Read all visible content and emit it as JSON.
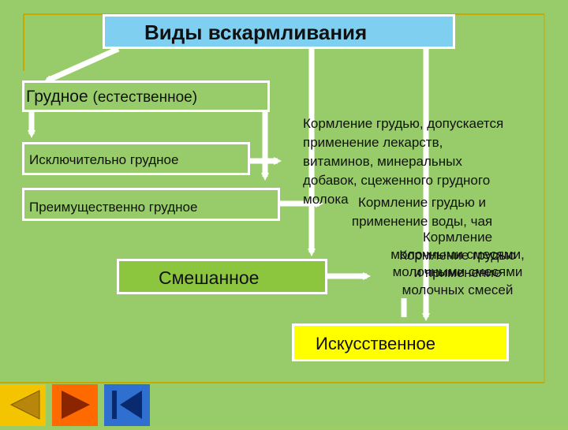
{
  "title": "Виды вскармливания",
  "breast": {
    "main": "Грудное",
    "sub": "(естественное)"
  },
  "exclusive": "Исключительно грудное",
  "predominant": "Преимущественно  грудное",
  "mixed": "Смешанное",
  "artificial": "Искусственное",
  "note_exclusive": [
    "Кормление грудью, допускается",
    "применение лекарств,",
    "витаминов, минеральных",
    "добавок, сцеженного грудного",
    "молока"
  ],
  "note_predominant": [
    "Кормление грудью  и",
    "применение воды, чая"
  ],
  "note_mixed_a": [
    "Кормление",
    "молочными смесями,",
    "молочными смесями"
  ],
  "note_mixed_b": [
    "Кормление грудью",
    "и применение",
    "молочных смесей"
  ],
  "colors": {
    "background": "#98cc6a",
    "title_fill": "#7fd0f0",
    "white_fill": "#ffffff",
    "yellow_fill": "#ffff00",
    "green_fill": "#8cc63f",
    "accent_line": "#c8a800"
  },
  "nav": {
    "first": "first-slide-icon",
    "prev": "previous-slide-icon",
    "next": "next-slide-icon"
  }
}
